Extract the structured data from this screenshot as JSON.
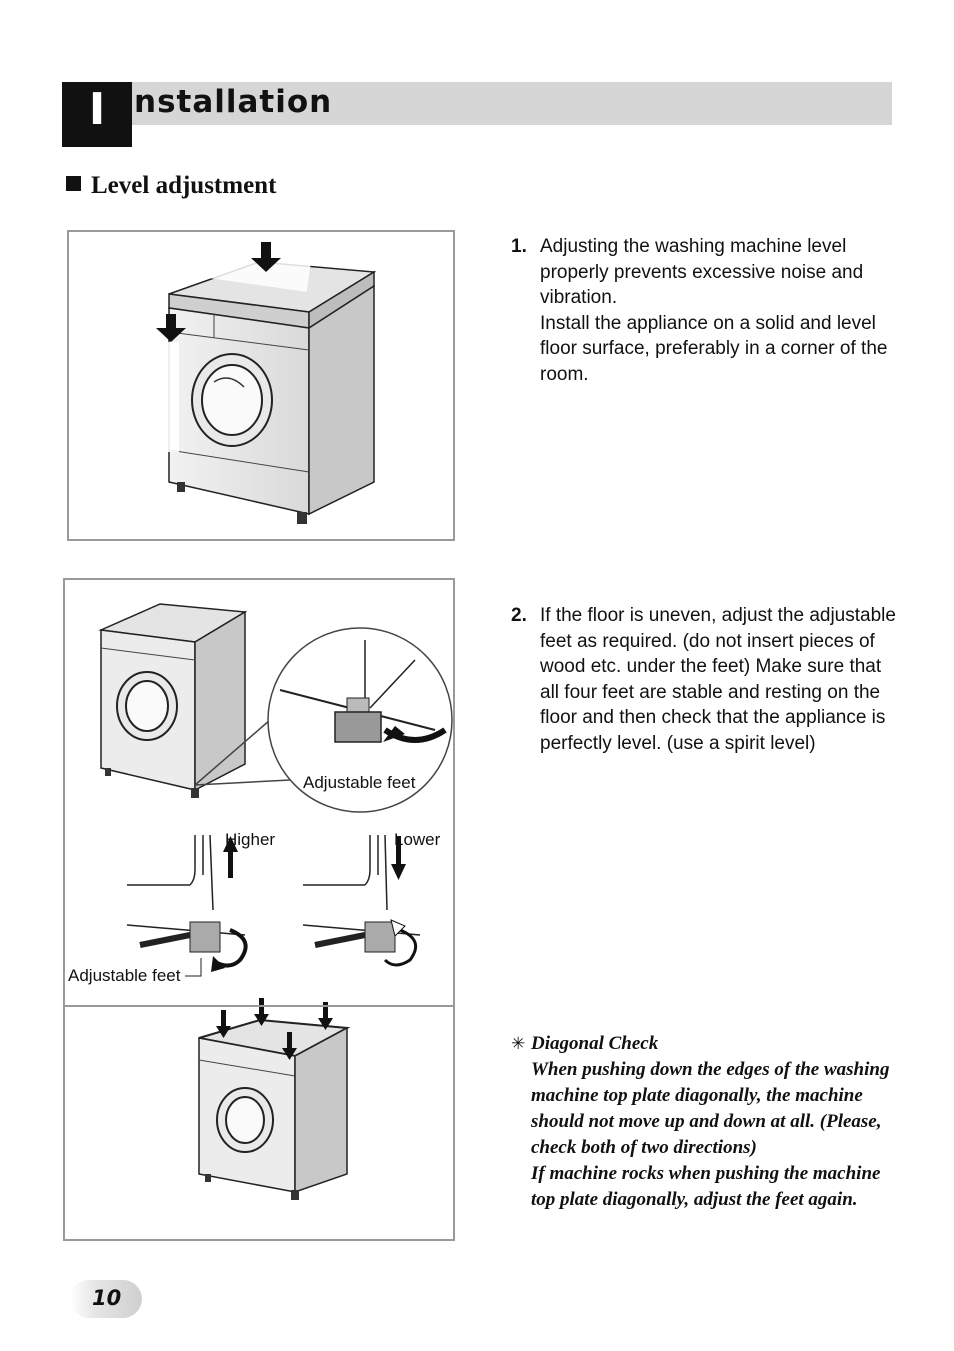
{
  "header": {
    "initial": "I",
    "rest": "nstallation"
  },
  "section": {
    "title": "Level adjustment"
  },
  "steps": [
    {
      "num": "1.",
      "paragraphs": [
        "Adjusting the washing machine level properly prevents excessive noise and vibration.",
        "Install the appliance on a solid and level floor surface, preferably in a corner of the room."
      ]
    },
    {
      "num": "2.",
      "paragraphs": [
        "If the floor is uneven, adjust the adjustable feet as required. (do not insert pieces of wood etc. under the feet) Make sure that all four feet are stable and resting on the floor and then check that the appliance is perfectly level. (use a spirit level)"
      ]
    }
  ],
  "figure2": {
    "adjustable_feet_callout": "Adjustable feet",
    "higher": "Higher",
    "lower": "Lower",
    "adjustable_feet_label": "Adjustable feet"
  },
  "note": {
    "symbol": "✳",
    "title": "Diagonal Check",
    "paragraphs": [
      "When pushing down the edges of the washing machine top plate diagonally, the machine should not move up and down at all. (Please, check both of two directions)",
      "If machine rocks when pushing the machine top plate diagonally, adjust the feet again."
    ]
  },
  "page": {
    "number": "10"
  }
}
